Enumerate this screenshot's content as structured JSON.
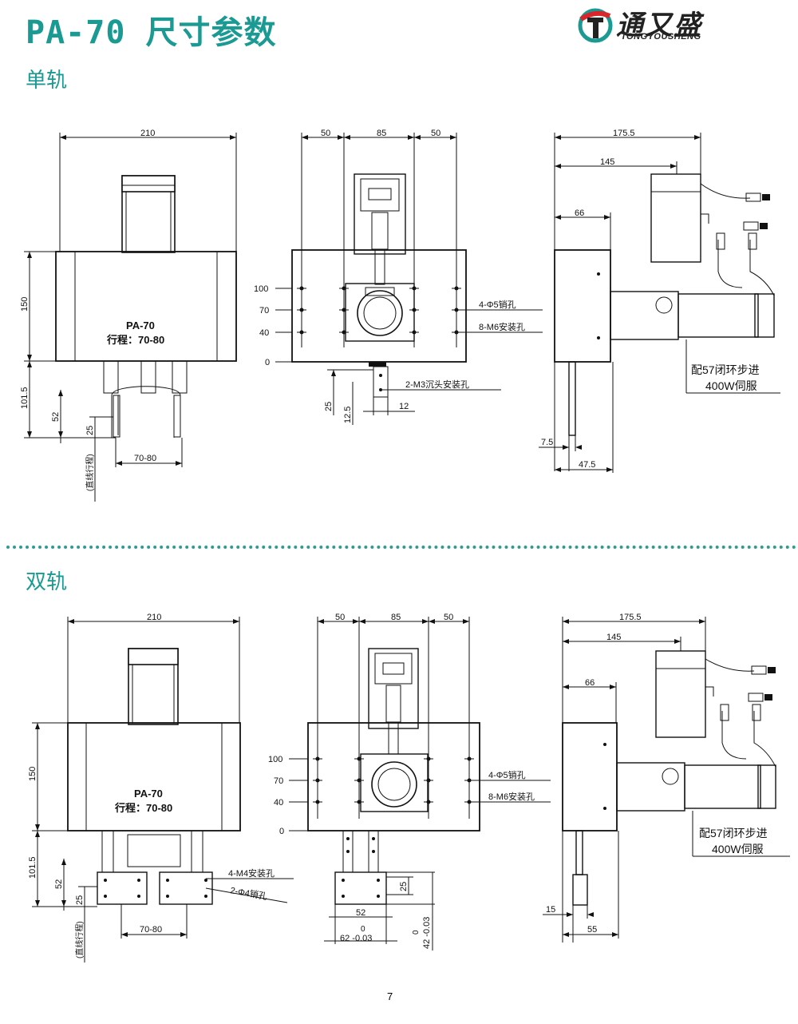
{
  "header": {
    "title": "PA-70 尺寸参数",
    "brand_cn": "通又盛",
    "brand_en": "TONGYOUSHENG"
  },
  "colors": {
    "accent": "#1a9a92",
    "divider": "#2a9d96"
  },
  "single_rail": {
    "label": "单轨",
    "front": {
      "width": "210",
      "height": "150",
      "bottom_height": "101.5",
      "rail": "52",
      "gap": "25",
      "stroke_range": "70-80",
      "stroke_note": "(直线行程)",
      "plate_model": "PA-70",
      "plate_stroke": "行程：70-80"
    },
    "middle": {
      "dim_left": "50",
      "dim_center": "85",
      "dim_right": "50",
      "y_100": "100",
      "y_70": "70",
      "y_40": "40",
      "y_0": "0",
      "pin_holes": "4-Φ5销孔",
      "mount_holes": "8-M6安装孔",
      "counter_holes": "2-M3沉头安装孔",
      "dim_25": "25",
      "dim_12_5": "12.5",
      "dim_12": "12"
    },
    "side": {
      "total": "175.5",
      "motor": "145",
      "body": "66",
      "tip": "7.5",
      "base": "47.5",
      "motor_note1": "配57闭环步进",
      "motor_note2": "400W伺服"
    }
  },
  "double_rail": {
    "label": "双轨",
    "front": {
      "width": "210",
      "height": "150",
      "bottom_height": "101.5",
      "rail": "52",
      "gap": "25",
      "stroke_range": "70-80",
      "stroke_note": "(直线行程)",
      "plate_model": "PA-70",
      "plate_stroke": "行程：70-80",
      "m4_holes": "4-M4安装孔",
      "pin4_holes": "2-Φ4销孔"
    },
    "middle": {
      "dim_left": "50",
      "dim_center": "85",
      "dim_right": "50",
      "y_100": "100",
      "y_70": "70",
      "y_40": "40",
      "y_0": "0",
      "pin_holes": "4-Φ5销孔",
      "mount_holes": "8-M6安装孔",
      "dim_25": "25",
      "dim_52": "52",
      "tol_62_zero": "0",
      "tol_62": "62 -0.03",
      "tol_42_zero": "0",
      "tol_42": "42 -0.03"
    },
    "side": {
      "total": "175.5",
      "motor": "145",
      "body": "66",
      "tip": "15",
      "base": "55",
      "motor_note1": "配57闭环步进",
      "motor_note2": "400W伺服"
    }
  },
  "footer": {
    "page_number": "7"
  }
}
